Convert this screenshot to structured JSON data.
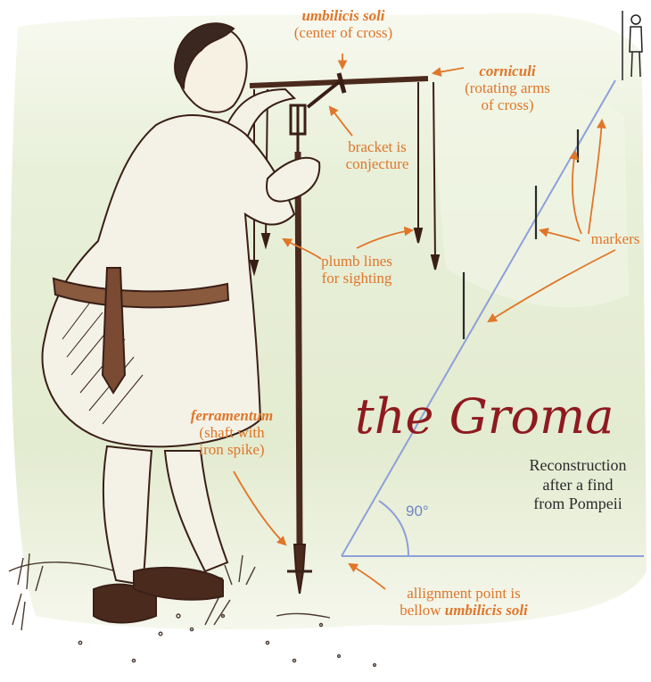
{
  "title": "the Groma",
  "subtitle": [
    "Reconstruction",
    "after a find",
    "from Pompeii"
  ],
  "angle_label": "90°",
  "labels": {
    "umbilicis": {
      "term": "umbilicis soli",
      "note": "(center of cross)"
    },
    "corniculi": {
      "term": "corniculi",
      "note_line1": "(rotating arms",
      "note_line2": "of cross)"
    },
    "bracket": {
      "line1": "bracket is",
      "line2": "conjecture"
    },
    "plumb": {
      "line1": "plumb lines",
      "line2": "for sighting"
    },
    "markers": {
      "text": "markers"
    },
    "ferramentum": {
      "term": "ferramentum",
      "line1": "(shaft with",
      "line2": "iron spike)"
    },
    "alignment": {
      "line1": "allignment point is",
      "line2_prefix": "bellow ",
      "line2_term": "umbilicis soli"
    }
  },
  "colors": {
    "annotation": "#e0762a",
    "title": "#8e1a1f",
    "sight_line": "#8ea0d8",
    "ink": "#3a1f16",
    "wash": "#e4ecd3"
  }
}
